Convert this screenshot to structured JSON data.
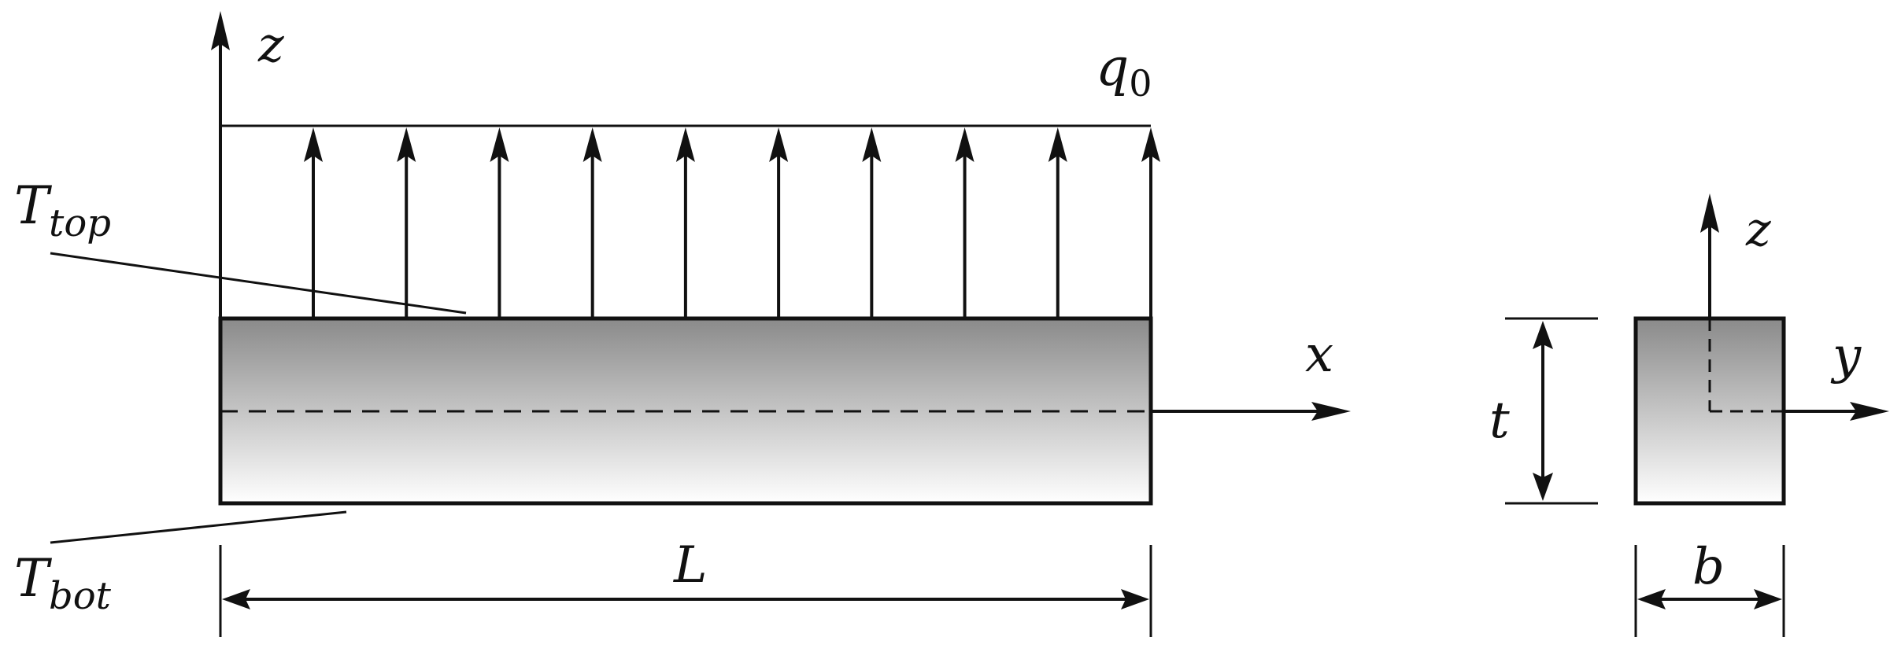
{
  "labels": {
    "z_axis": "z",
    "q0_main": "q",
    "q0_sub": "0",
    "ttop_main": "T",
    "ttop_sub": "top",
    "x_axis": "x",
    "tbot_main": "T",
    "tbot_sub": "bot",
    "length": "L",
    "thickness": "t",
    "z_axis_section": "z",
    "y_axis_section": "y",
    "width": "b"
  },
  "load": {
    "arrow_count": 10
  },
  "colors": {
    "stroke": "#111111",
    "gradient_top": "#8a8a8a",
    "gradient_bottom": "#ffffff"
  }
}
